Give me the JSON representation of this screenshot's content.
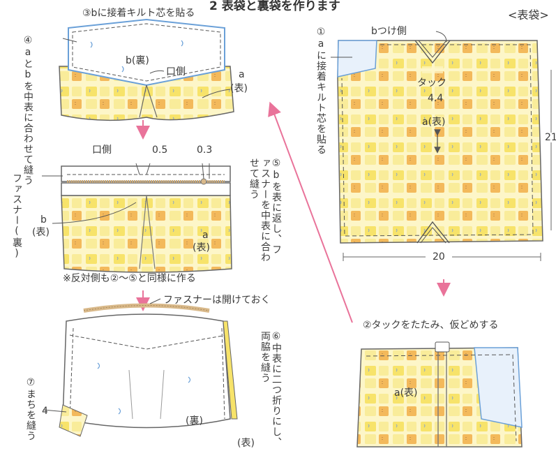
{
  "title": "2 表袋と裏袋を作ります",
  "section_label": "<表袋>",
  "colors": {
    "fabric_yellow": "#f7e36a",
    "fabric_orange": "#f3b95b",
    "fabric_base": "#fdf6c8",
    "lining": "#ffffff",
    "interfacing_outline": "#6aa0d8",
    "zipper": "#d9b98a",
    "arrow_pink": "#e9739a",
    "ink": "#555555"
  },
  "step1": {
    "label": "①aに接着キルト芯を貼る",
    "b_attach_side": "bつけ側",
    "tuck": "タック",
    "tuck_dim": "4.4",
    "a_front": "a(表)",
    "height": "21",
    "width": "20"
  },
  "step2": {
    "label": "②タックをたたみ、仮どめする",
    "a_front": "a(表)"
  },
  "step3_4": {
    "step3_label": "③bに接着キルト芯を貼る",
    "step4_label": "④aとbを中表に合わせて縫う",
    "b_back": "b(裏)",
    "mouth_side": "口側",
    "a_label": "a",
    "front_paren": "(表)"
  },
  "step5": {
    "mouth_side": "口側",
    "dim_05": "0.5",
    "dim_03": "0.3",
    "zipper_back": "ファスナー(裏)",
    "b_label": "b",
    "front_paren_b": "(表)",
    "a_label": "a",
    "front_paren_a": "(表)",
    "step5_label": "⑤bを表に返し、ファスナーを中表に合わせて縫う",
    "note": "※反対側も②～⑤と同様に作る"
  },
  "step6_7": {
    "zipper_open": "ファスナーは開けておく",
    "step6_label": "⑥中表に二つ折りにし、両脇を縫う",
    "step7_label": "⑦まちを縫う",
    "dim_4": "4",
    "back_paren": "(裏)",
    "front_paren": "(表)"
  }
}
